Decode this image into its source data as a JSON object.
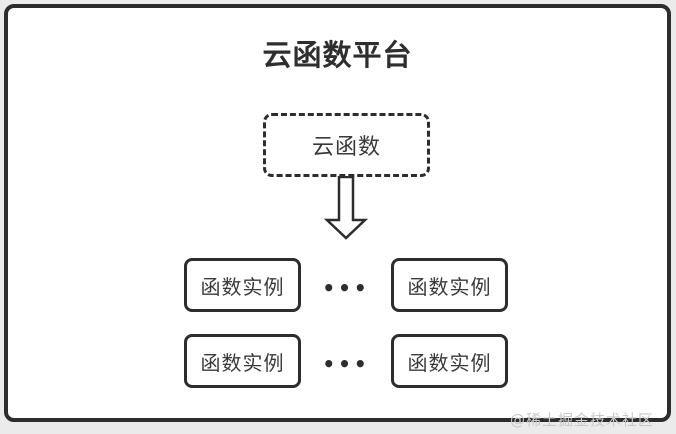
{
  "colors": {
    "background": "#ebebeb",
    "panel": "#ffffff",
    "border": "#2d2d2d",
    "text": "#3a3a3a",
    "title": "#2e2e2e",
    "watermark": "#c9c9c9"
  },
  "diagram": {
    "title": "云函数平台",
    "source_box": "云函数",
    "ellipsis": "•••",
    "instances": [
      "函数实例",
      "函数实例",
      "函数实例",
      "函数实例"
    ]
  },
  "watermark": "@稀土掘金技术社区"
}
